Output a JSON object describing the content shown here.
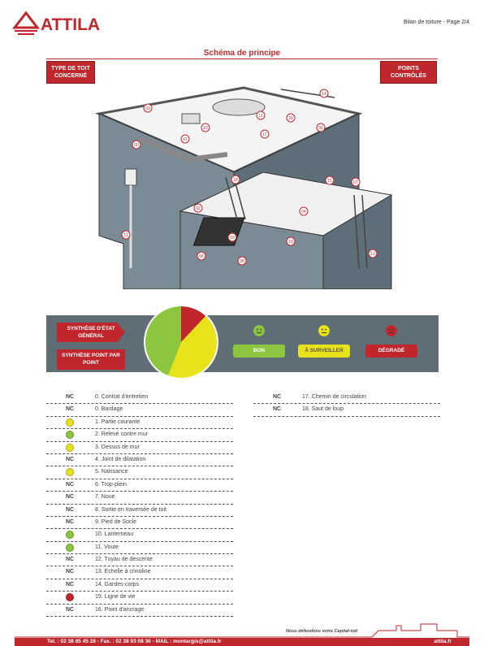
{
  "header": {
    "logo_text": "ATTILA",
    "page_label": "Bilan de toiture - Page 2/4"
  },
  "section_title": "Schéma de principe",
  "tags": {
    "left": "TYPE DE TOIT CONCERNÉ",
    "right": "POINTS CONTRÔLÉS"
  },
  "diagram": {
    "markers": [
      "00",
      "01",
      "02",
      "03",
      "04",
      "05",
      "06",
      "07",
      "08",
      "09",
      "10",
      "11",
      "12",
      "13",
      "14",
      "15",
      "16",
      "17",
      "18",
      "19"
    ]
  },
  "synthesis": {
    "general_label": "SYNTHÈSE D'ÉTAT GÉNÉRAL",
    "point_label": "SYNTHÈSE POINT PAR POINT",
    "legend": {
      "good": "BON",
      "watch": "À SURVEILLER",
      "bad": "DÉGRADÉ"
    },
    "pie_fractions": {
      "good": 0.44,
      "watch": 0.44,
      "bad": 0.12
    }
  },
  "colors": {
    "brand_red": "#c0272d",
    "good": "#8cc63f",
    "watch": "#e8e21a",
    "bad": "#c0272d"
  },
  "points_left": [
    {
      "status": "NC",
      "label": "0. Contrat d'entretien"
    },
    {
      "status": "NC",
      "label": "0. Bardage"
    },
    {
      "status": "watch",
      "label": "1. Partie courante"
    },
    {
      "status": "good",
      "label": "2. Relevé contre mur"
    },
    {
      "status": "watch",
      "label": "3. Dessus de mur"
    },
    {
      "status": "NC",
      "label": "4. Joint de dilatation"
    },
    {
      "status": "watch",
      "label": "5. Naissance"
    },
    {
      "status": "NC",
      "label": "6. Trop-plein"
    },
    {
      "status": "NC",
      "label": "7. Noue"
    },
    {
      "status": "NC",
      "label": "8. Sortie en traversée de toit"
    },
    {
      "status": "NC",
      "label": "9. Pied de Socle"
    },
    {
      "status": "good",
      "label": "10. Lanterneau"
    },
    {
      "status": "good",
      "label": "11. Voute"
    },
    {
      "status": "NC",
      "label": "12. Tuyau de descente"
    },
    {
      "status": "NC",
      "label": "13. Echelle à crinoline"
    },
    {
      "status": "NC",
      "label": "14. Gardes-corps"
    },
    {
      "status": "bad",
      "label": "15. Ligne de vie"
    },
    {
      "status": "NC",
      "label": "16. Point d'ancrage"
    }
  ],
  "points_right": [
    {
      "status": "NC",
      "label": "17. Chemin de circulation"
    },
    {
      "status": "NC",
      "label": "18. Saut de loup"
    }
  ],
  "footer": {
    "tagline": "Nous défendons votre Capital-toit",
    "contact": "Tel. : 02 38 85 45 28 - Fax. : 02 38 93 08 36 - MAIL : montargis@attila.fr",
    "website": "attila.fr"
  }
}
